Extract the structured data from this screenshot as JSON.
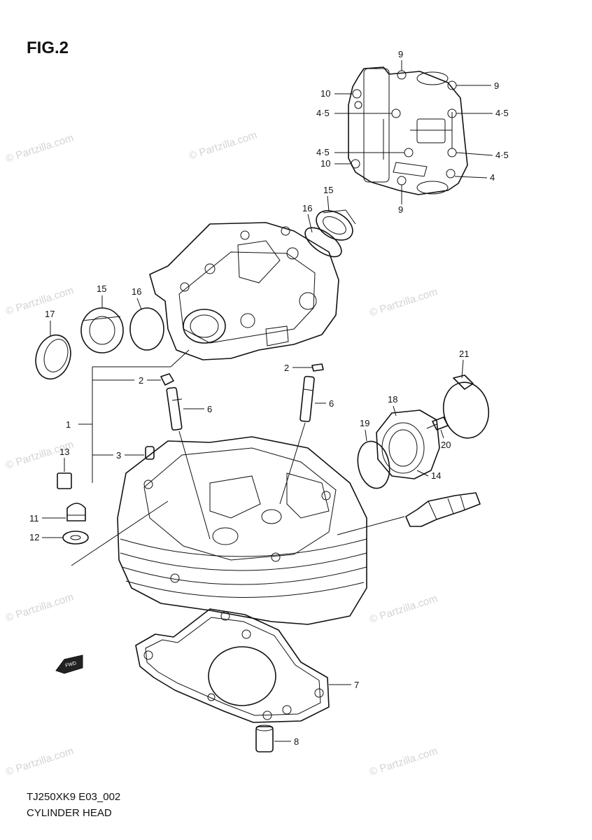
{
  "figure": {
    "title": "FIG.2"
  },
  "footer": {
    "code": "TJ250XK9 E03_002",
    "name": "CYLINDER HEAD"
  },
  "watermark": {
    "text": "© Partzilla.com"
  },
  "fwd_mark": {
    "text": "FWD"
  },
  "callouts": {
    "c1": "1",
    "c2a": "2",
    "c2b": "2",
    "c3": "3",
    "c4": "4",
    "c45a": "4·5",
    "c45b": "4·5",
    "c45c": "4·5",
    "c45d": "4·5",
    "c6a": "6",
    "c6b": "6",
    "c7": "7",
    "c8": "8",
    "c9a": "9",
    "c9b": "9",
    "c9c": "9",
    "c10a": "10",
    "c10b": "10",
    "c11": "11",
    "c12": "12",
    "c13": "13",
    "c14": "14",
    "c15a": "15",
    "c15b": "15",
    "c16a": "16",
    "c16b": "16",
    "c17": "17",
    "c18": "18",
    "c19": "19",
    "c20": "20",
    "c21": "21"
  }
}
